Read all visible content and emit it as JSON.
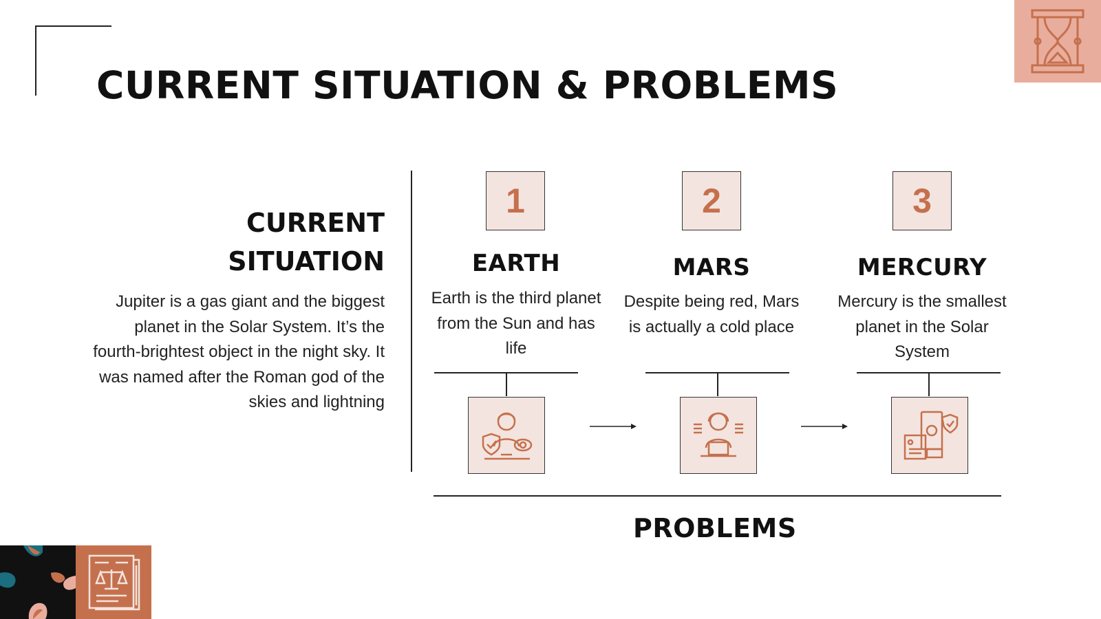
{
  "title": "CURRENT SITUATION & PROBLEMS",
  "current_situation": {
    "heading_line1": "CURRENT",
    "heading_line2": "SITUATION",
    "body": "Jupiter is a gas giant and the biggest planet in the Solar System. It’s the fourth-brightest object in the night sky. It was named after the Roman god of the skies and lightning"
  },
  "steps": [
    {
      "number": "1",
      "title": "EARTH",
      "text": "Earth is the third planet from the Sun and has life",
      "icon": "security-person-icon"
    },
    {
      "number": "2",
      "title": "MARS",
      "text": "Despite being red, Mars is actually a cold place",
      "icon": "laptop-worker-icon"
    },
    {
      "number": "3",
      "title": "MERCURY",
      "text": "Mercury is the smallest planet in the Solar System",
      "icon": "secure-payment-icon"
    }
  ],
  "problems_label": "PROBLEMS",
  "colors": {
    "accent": "#c5704d",
    "light_accent": "#f3e4df",
    "peach": "#e9ad9d",
    "teal": "#1a6e80"
  },
  "decorative_icons": [
    "hourglass-icon",
    "legal-document-icon",
    "petal-pattern"
  ]
}
